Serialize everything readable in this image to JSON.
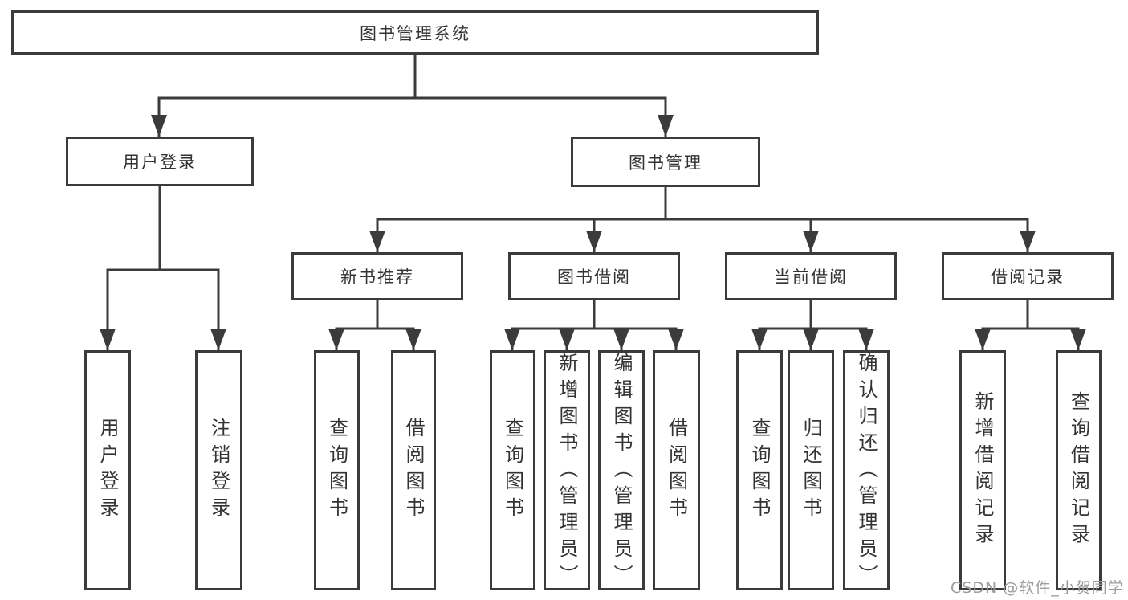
{
  "diagram": {
    "root": {
      "label": "图书管理系统"
    },
    "level2": [
      {
        "label": "用户登录"
      },
      {
        "label": "图书管理"
      }
    ],
    "level3": [
      {
        "label": "新书推荐"
      },
      {
        "label": "图书借阅"
      },
      {
        "label": "当前借阅"
      },
      {
        "label": "借阅记录"
      }
    ],
    "leaves": [
      {
        "label": "用户登录",
        "parent": "用户登录"
      },
      {
        "label": "注销登录",
        "parent": "用户登录"
      },
      {
        "label": "查询图书",
        "parent": "新书推荐"
      },
      {
        "label": "借阅图书",
        "parent": "新书推荐"
      },
      {
        "label": "查询图书",
        "parent": "图书借阅"
      },
      {
        "label": "新增图书（管理员）",
        "parent": "图书借阅"
      },
      {
        "label": "编辑图书（管理员）",
        "parent": "图书借阅"
      },
      {
        "label": "借阅图书",
        "parent": "图书借阅"
      },
      {
        "label": "查询图书",
        "parent": "当前借阅"
      },
      {
        "label": "归还图书",
        "parent": "当前借阅"
      },
      {
        "label": "确认归还（管理员）",
        "parent": "当前借阅"
      },
      {
        "label": "新增借阅记录",
        "parent": "借阅记录"
      },
      {
        "label": "查询借阅记录",
        "parent": "借阅记录"
      }
    ],
    "colors": {
      "line": "#3b3b3b",
      "text": "#333333",
      "background": "#ffffff",
      "watermark": "#9c9c9c"
    },
    "watermark": "CSDN @软件_小贺同学"
  }
}
